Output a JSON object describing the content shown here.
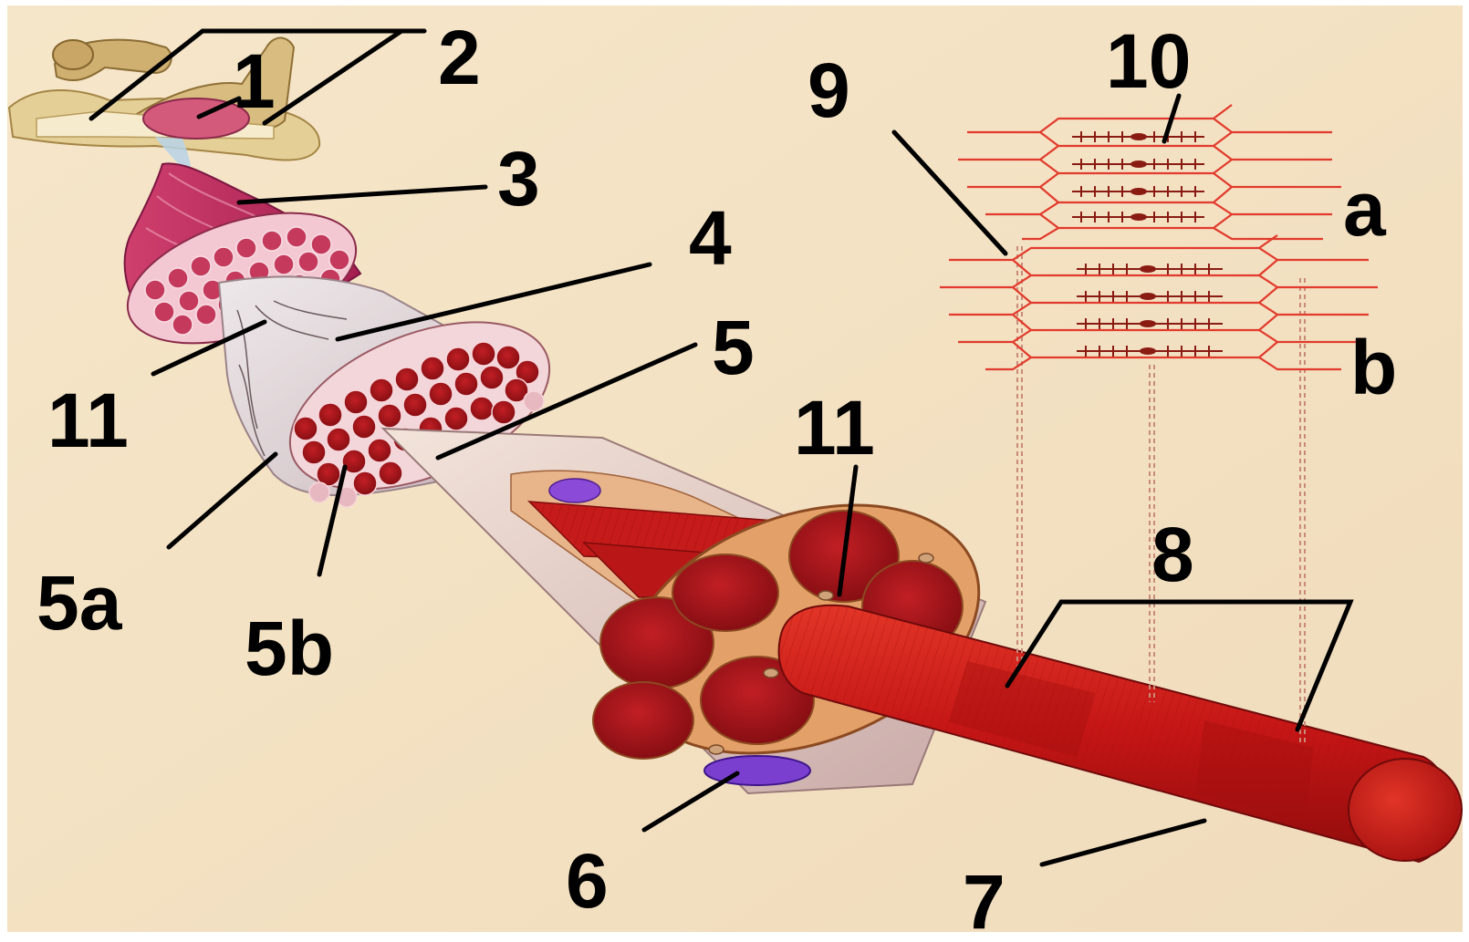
{
  "diagram": {
    "labels": {
      "l1": "1",
      "l2": "2",
      "l3": "3",
      "l4": "4",
      "l5": "5",
      "l5a": "5a",
      "l5b": "5b",
      "l6": "6",
      "l7": "7",
      "l8": "8",
      "l9": "9",
      "l10": "10",
      "l11a": "11",
      "l11b": "11",
      "la": "a",
      "lb": "b"
    },
    "colors": {
      "background": "#f5e3c6",
      "muscle_red": "#b5121b",
      "fiber_red": "#d42a22",
      "sheath": "#dcd0cc",
      "nucleus": "#7b3fd0",
      "myofibril_lines": "#e23a2c"
    }
  }
}
